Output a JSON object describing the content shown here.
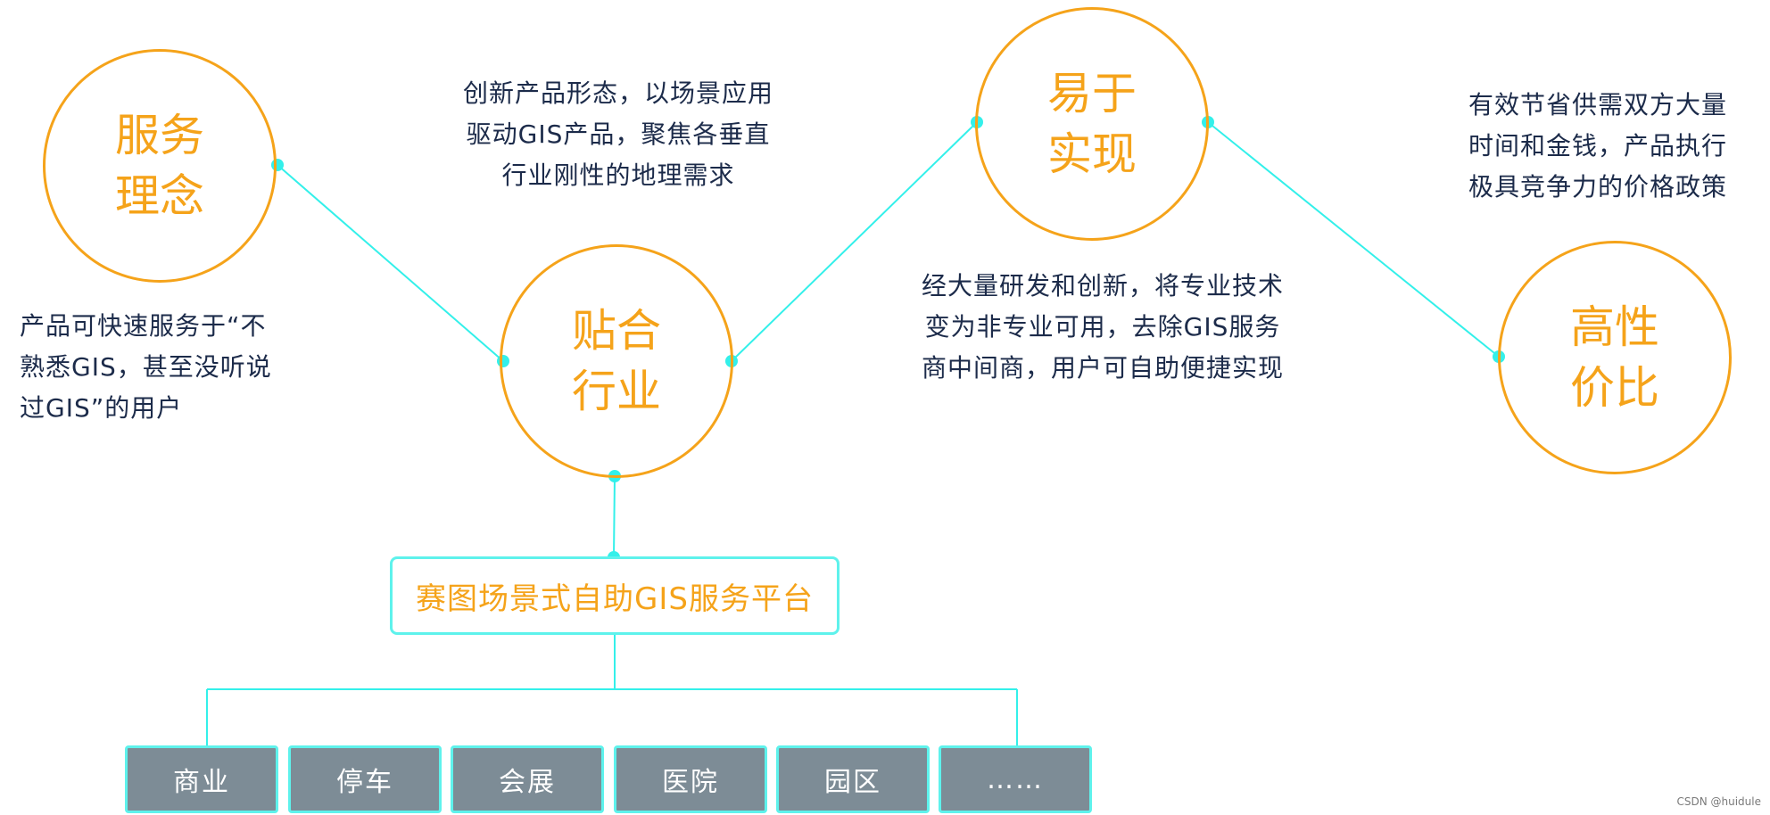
{
  "concepts": [
    {
      "line1": "服务",
      "line2": "理念"
    },
    {
      "line1": "贴合",
      "line2": "行业"
    },
    {
      "line1": "易于",
      "line2": "实现"
    },
    {
      "line1": "高性",
      "line2": "价比"
    }
  ],
  "descriptions": {
    "service": [
      "产品可快速服务于“不",
      "熟悉GIS，甚至没听说",
      "过GIS”的用户"
    ],
    "industry": [
      "创新产品形态，以场景应用",
      "驱动GIS产品，聚焦各垂直",
      "行业刚性的地理需求"
    ],
    "easy": [
      "经大量研发和创新，将专业技术",
      "变为非专业可用，去除GIS服务",
      "商中间商，用户可自助便捷实现"
    ],
    "value": [
      "有效节省供需双方大量",
      "时间和金钱，产品执行",
      "极具竞争力的价格政策"
    ]
  },
  "platform": "赛图场景式自助GIS服务平台",
  "industries": [
    "商业",
    "停车",
    "会展",
    "医院",
    "园区",
    "……"
  ],
  "watermark": "CSDN @huidule",
  "colors": {
    "accent": "#f5a31a",
    "connector": "#33f0ea",
    "text": "#1c2b4a",
    "box": "#7d8c96"
  }
}
